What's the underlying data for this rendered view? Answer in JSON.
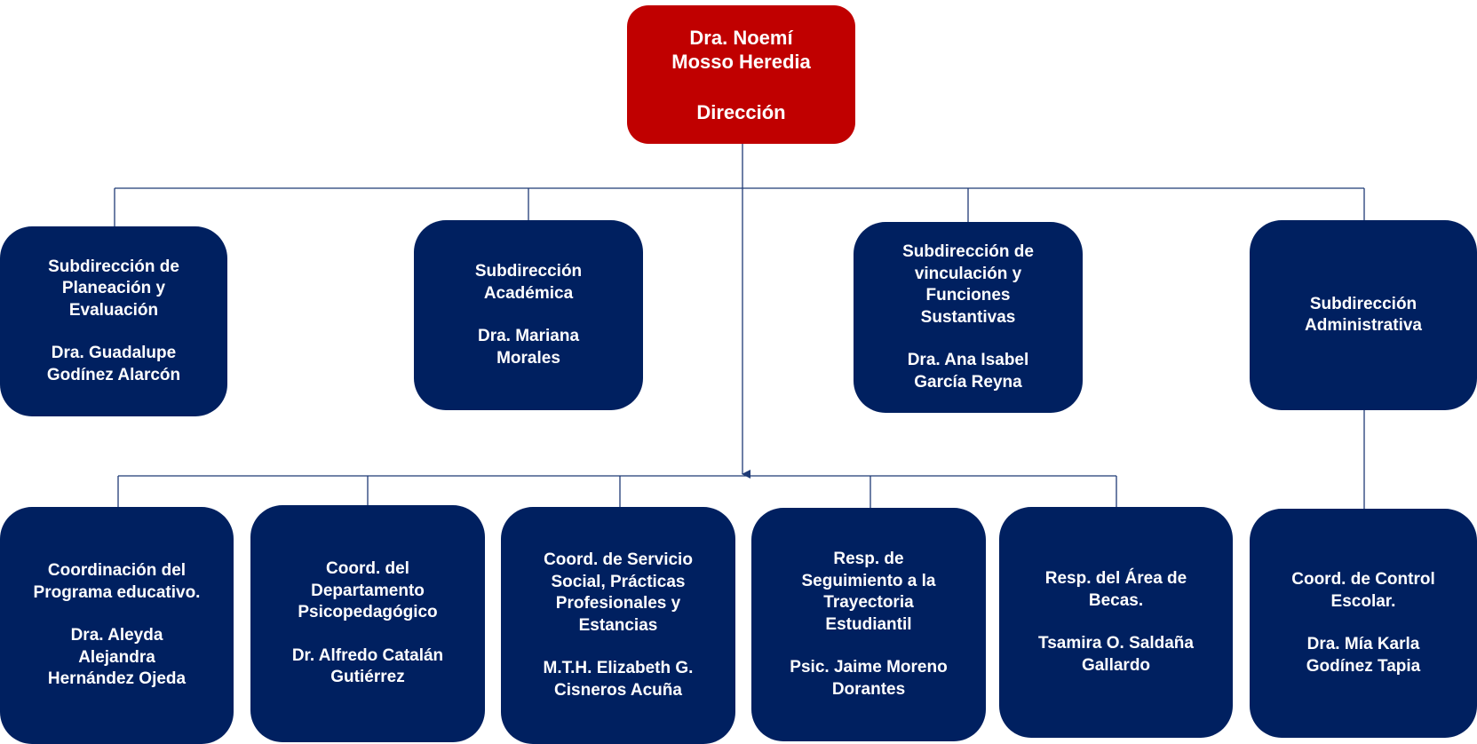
{
  "director": {
    "name": "Dra. Noemí\nMosso Heredia",
    "role": "Dirección"
  },
  "subdirections": [
    {
      "title": "Subdirección de\nPlaneación y\nEvaluación",
      "person": "Dra. Guadalupe\nGodínez Alarcón"
    },
    {
      "title": "Subdirección\nAcadémica",
      "person": "Dra. Mariana\nMorales"
    },
    {
      "title": "Subdirección de\nvinculación y\nFunciones\nSustantivas",
      "person": "Dra. Ana Isabel\nGarcía Reyna"
    },
    {
      "title": "Subdirección\nAdministrativa",
      "person": ""
    }
  ],
  "coordinations": [
    {
      "title": "Coordinación del\nPrograma educativo.",
      "person": "Dra. Aleyda\nAlejandra\nHernández Ojeda"
    },
    {
      "title": "Coord. del\nDepartamento\nPsicopedagógico",
      "person": "Dr. Alfredo Catalán\nGutiérrez"
    },
    {
      "title": "Coord. de Servicio\nSocial, Prácticas\nProfesionales y\nEstancias",
      "person": "M.T.H. Elizabeth G.\nCisneros Acuña"
    },
    {
      "title": "Resp. de\nSeguimiento a la\nTrayectoria\nEstudiantil",
      "person": "Psic. Jaime Moreno\nDorantes"
    },
    {
      "title": "Resp. del Área de\nBecas.",
      "person": "Tsamira O. Saldaña\nGallardo"
    },
    {
      "title": "Coord. de Control\nEscolar.",
      "person": "Dra. Mía Karla\nGodínez Tapia"
    }
  ],
  "colors": {
    "director": "#c00000",
    "box": "#002060",
    "connector": "#1f3a75"
  }
}
